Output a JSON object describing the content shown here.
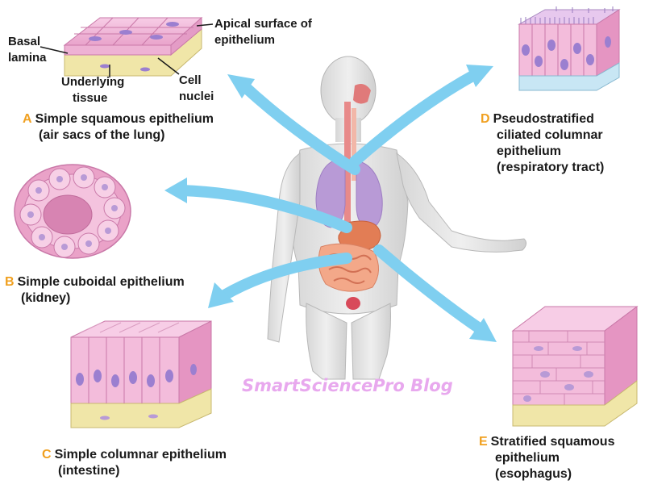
{
  "labels": {
    "basal": "Basal",
    "lamina": "lamina",
    "apical_line1": "Apical surface of",
    "apical_line2": "epithelium",
    "underlying_line1": "Underlying",
    "underlying_line2": "tissue",
    "cell": "Cell",
    "nuclei": "nuclei"
  },
  "captions": [
    {
      "letter": "A",
      "line1": "Simple squamous epithelium",
      "line2": "(air sacs of the lung)"
    },
    {
      "letter": "B",
      "line1": "Simple cuboidal epithelium",
      "line2": "(kidney)"
    },
    {
      "letter": "C",
      "line1": "Simple columnar epithelium",
      "line2": "(intestine)"
    },
    {
      "letter": "D",
      "line1": "Pseudostratified",
      "line2": "ciliated columnar",
      "line3": "epithelium",
      "line4": "(respiratory tract)"
    },
    {
      "letter": "E",
      "line1": "Stratified squamous",
      "line2": "epithelium",
      "line3": "(esophagus)"
    }
  ],
  "watermark": "SmartSciencePro Blog",
  "colors": {
    "arrow": "#7fcff0",
    "letter": "#f0a020",
    "tissue_pink": "#f2b8d8",
    "nucleus": "#9b7fd0",
    "basal_yellow": "#f0e6a8",
    "watermark": "#e8a8ee"
  }
}
